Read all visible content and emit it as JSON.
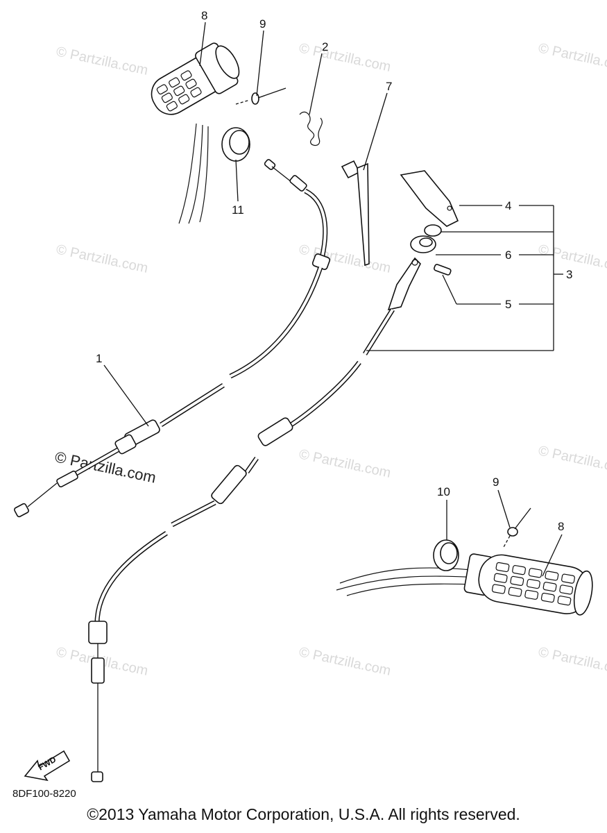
{
  "callouts": [
    {
      "id": "8a",
      "text": "8"
    },
    {
      "id": "9a",
      "text": "9"
    },
    {
      "id": "2",
      "text": "2"
    },
    {
      "id": "7",
      "text": "7"
    },
    {
      "id": "11",
      "text": "11"
    },
    {
      "id": "4",
      "text": "4"
    },
    {
      "id": "6",
      "text": "6"
    },
    {
      "id": "3",
      "text": "3"
    },
    {
      "id": "5",
      "text": "5"
    },
    {
      "id": "1",
      "text": "1"
    },
    {
      "id": "10",
      "text": "10"
    },
    {
      "id": "9b",
      "text": "9"
    },
    {
      "id": "8b",
      "text": "8"
    }
  ],
  "watermark": {
    "symbol": "©",
    "text": "Partzilla.com"
  },
  "fwd_label": "FWD",
  "diagram_code": "8DF100-8220",
  "copyright": "©2013  Yamaha Motor Corporation, U.S.A. All rights reserved."
}
